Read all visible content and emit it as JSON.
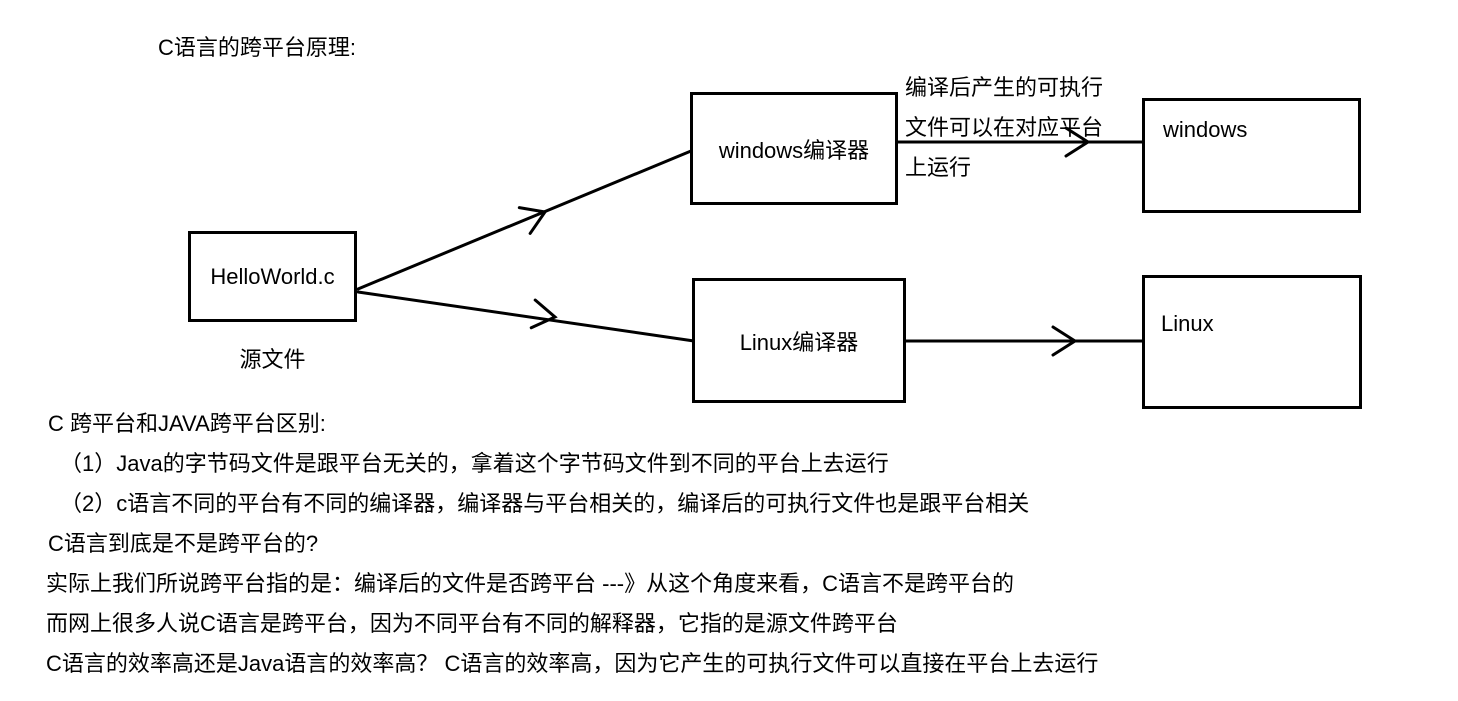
{
  "page": {
    "title": "C语言的跨平台原理:",
    "background_color": "#ffffff",
    "ink_color": "#000000"
  },
  "diagram": {
    "source": {
      "label": "HelloWorld.c",
      "caption": "源文件"
    },
    "windows_compiler": {
      "label": "windows编译器"
    },
    "linux_compiler": {
      "label": "Linux编译器"
    },
    "windows_platform": {
      "label": "windows"
    },
    "linux_platform": {
      "label": "Linux"
    },
    "annotation": {
      "lines": [
        "编译后产生的可执行",
        "文件可以在对应平台",
        "上运行"
      ]
    }
  },
  "notes": {
    "heading": "C 跨平台和JAVA跨平台区别:",
    "items": [
      "（1）Java的字节码文件是跟平台无关的，拿着这个字节码文件到不同的平台上去运行",
      "（2）c语言不同的平台有不同的编译器，编译器与平台相关的，编译后的可执行文件也是跟平台相关",
      "C语言到底是不是跨平台的?",
      "实际上我们所说跨平台指的是：编译后的文件是否跨平台 ---》从这个角度来看，C语言不是跨平台的",
      "而网上很多人说C语言是跨平台，因为不同平台有不同的解释器，它指的是源文件跨平台",
      "C语言的效率高还是Java语言的效率高？ C语言的效率高，因为它产生的可执行文件可以直接在平台上去运行"
    ]
  }
}
